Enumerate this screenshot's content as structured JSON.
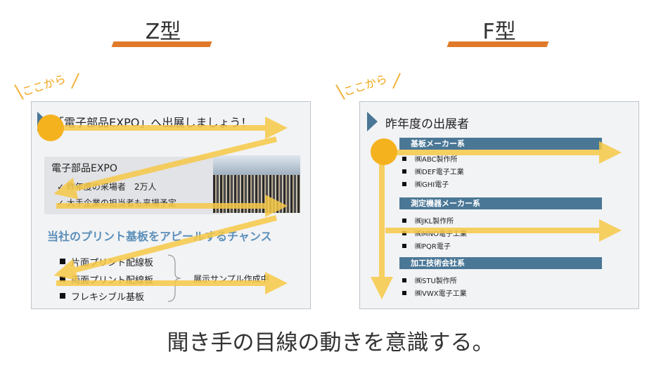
{
  "z_panel": {
    "title": "Z型",
    "start_label": "ここから",
    "slide_title": "「電子部品EXPO」へ出展しましょう！",
    "box_title": "電子部品EXPO",
    "checks": [
      "昨年度の来場者　2万人",
      "大手企業の担当者も来場予定"
    ],
    "headline": "当社のプリント基板をアピールするチャンス",
    "items": [
      "片面プリント配線板",
      "両面プリント配線板",
      "フレキシブル基板"
    ],
    "brace_note": "展示サンプル作成中"
  },
  "f_panel": {
    "title": "F型",
    "start_label": "ここから",
    "slide_title": "昨年度の出展者",
    "groups": [
      {
        "category": "基板メーカー系",
        "items": [
          "㈱ABC製作所",
          "㈱DEF電子工業",
          "㈱GHI電子"
        ]
      },
      {
        "category": "測定機器メーカー系",
        "items": [
          "㈱JKL製作所",
          "㈱MNO電子工業",
          "㈱PQR電子"
        ]
      },
      {
        "category": "加工技術会社系",
        "items": [
          "㈱STU製作所",
          "㈱VWX電子工業"
        ]
      }
    ]
  },
  "caption": "聞き手の目線の動きを意識する。",
  "colors": {
    "accent_orange": "#e07a2a",
    "arrow_yellow": "#f7c948",
    "start_dot": "#f5b21f",
    "slide_blue": "#4a7796",
    "headline_blue": "#5b8fb9"
  }
}
